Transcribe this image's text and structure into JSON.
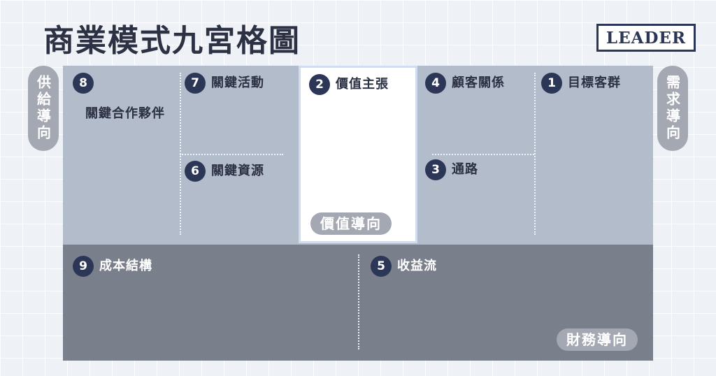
{
  "title": "商業模式九宮格圖",
  "logo": "LEADER",
  "side_labels": {
    "left": "供給導向",
    "right": "需求導向"
  },
  "blocks": [
    {
      "num": "8",
      "label": "關鍵合作夥伴"
    },
    {
      "num": "7",
      "label": "關鍵活動"
    },
    {
      "num": "6",
      "label": "關鍵資源"
    },
    {
      "num": "2",
      "label": "價值主張"
    },
    {
      "num": "4",
      "label": "顧客關係"
    },
    {
      "num": "3",
      "label": "通路"
    },
    {
      "num": "1",
      "label": "目標客群"
    },
    {
      "num": "9",
      "label": "成本結構"
    },
    {
      "num": "5",
      "label": "收益流"
    }
  ],
  "tags": {
    "value": "價值導向",
    "finance": "財務導向"
  }
}
